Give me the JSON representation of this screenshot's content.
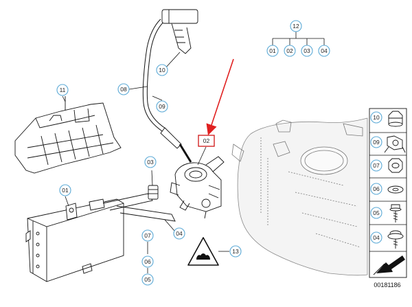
{
  "colors": {
    "callout_stroke": "#5aa9d6",
    "highlight_stroke": "#d01414",
    "arrow": "#e02020",
    "line": "#111111"
  },
  "callouts": {
    "c12": "12",
    "c12_01": "01",
    "c12_02": "02",
    "c12_03": "03",
    "c12_04": "04",
    "c10_top": "10",
    "c08": "08",
    "c09_pipe": "09",
    "c11": "11",
    "c02_highlight": "02",
    "c03": "03",
    "c01": "01",
    "c04": "04",
    "c07": "07",
    "c06": "06",
    "c05": "05",
    "c13": "13"
  },
  "sidebar": {
    "items": [
      {
        "label": "10",
        "icon": "nut-cap-icon"
      },
      {
        "label": "09",
        "icon": "clip-icon"
      },
      {
        "label": "07",
        "icon": "hex-nut-icon"
      },
      {
        "label": "06",
        "icon": "washer-icon"
      },
      {
        "label": "05",
        "icon": "bolt-icon"
      },
      {
        "label": "04",
        "icon": "screw-washer-icon"
      }
    ],
    "direction_icon": "direction-arrow-icon"
  },
  "diagram_number": "00181186",
  "warning_icon": "warning-triangle-icon"
}
